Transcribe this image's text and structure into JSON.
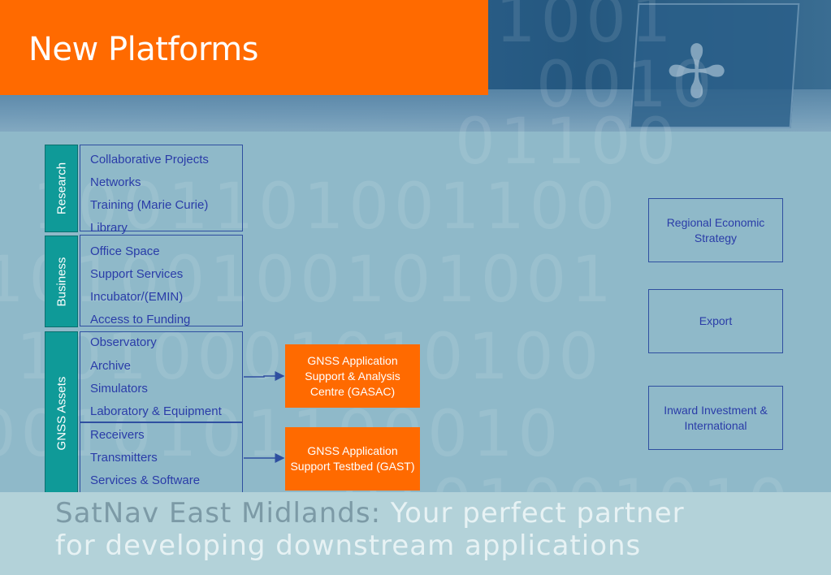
{
  "title": "New Platforms",
  "binary": [
    "0010",
    "1001",
    "01100",
    "1001101001100",
    "10100100101001",
    "1010001010100",
    "0010101100010",
    "0101001010"
  ],
  "groups": [
    {
      "label": "Research",
      "items": [
        "Collaborative Projects",
        "Networks",
        "Training (Marie Curie)",
        "Library"
      ]
    },
    {
      "label": "Business",
      "items": [
        "Office Space",
        "Support Services",
        "Incubator/(EMIN)",
        "Access to Funding"
      ]
    },
    {
      "label": "GNSS Assets",
      "items": [
        "Observatory",
        "Archive",
        "Simulators",
        "Laboratory & Equipment",
        "Receivers",
        "Transmitters",
        "Services & Software"
      ]
    }
  ],
  "callouts": [
    "GNSS Application Support & Analysis Centre (GASAC)",
    "GNSS Application Support Testbed (GAST)"
  ],
  "right_boxes": [
    "Regional Economic Strategy",
    "Export",
    "Inward Investment & International"
  ],
  "tagline": {
    "line1_part1": "SatNav East Midlands:",
    "line1_part2": " Your perfect partner",
    "line2": "for developing downstream applications"
  },
  "colors": {
    "accent": "#ff6a00",
    "teal": "#0f9a98",
    "text_blue": "#2a3ca8"
  }
}
